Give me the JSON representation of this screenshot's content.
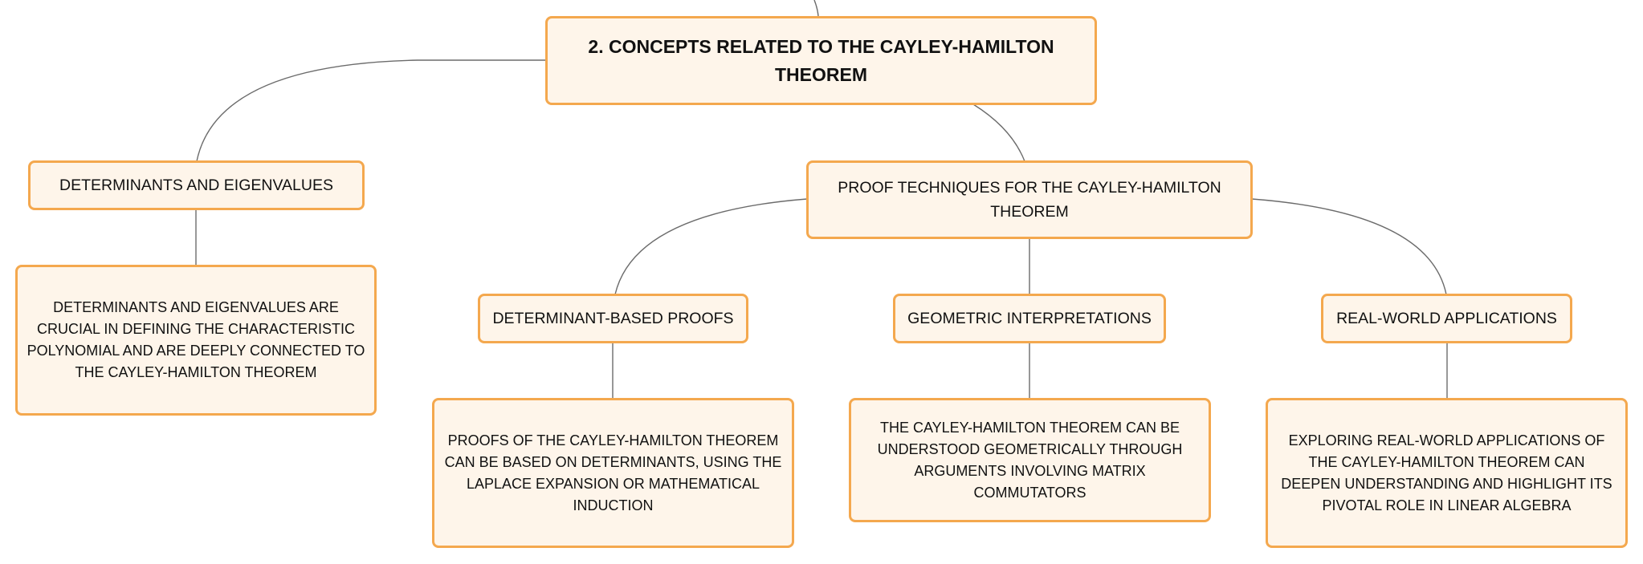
{
  "root": {
    "title": "2. CONCEPTS RELATED TO THE CAYLEY-HAMILTON THEOREM"
  },
  "branches": {
    "determinants": {
      "title": "DETERMINANTS AND EIGENVALUES",
      "description": "DETERMINANTS AND EIGENVALUES ARE CRUCIAL IN DEFINING THE CHARACTERISTIC POLYNOMIAL AND ARE DEEPLY CONNECTED TO THE CAYLEY-HAMILTON THEOREM"
    },
    "proof_techniques": {
      "title": "PROOF TECHNIQUES FOR THE CAYLEY-HAMILTON THEOREM",
      "children": {
        "determinant_based": {
          "title": "DETERMINANT-BASED PROOFS",
          "description": "PROOFS OF THE CAYLEY-HAMILTON THEOREM CAN BE BASED ON DETERMINANTS, USING THE LAPLACE EXPANSION OR MATHEMATICAL INDUCTION"
        },
        "geometric": {
          "title": "GEOMETRIC INTERPRETATIONS",
          "description": "THE CAYLEY-HAMILTON THEOREM CAN BE UNDERSTOOD GEOMETRICALLY THROUGH ARGUMENTS INVOLVING MATRIX COMMUTATORS"
        },
        "real_world": {
          "title": "REAL-WORLD APPLICATIONS",
          "description": "EXPLORING REAL-WORLD APPLICATIONS OF THE CAYLEY-HAMILTON THEOREM CAN DEEPEN UNDERSTANDING AND HIGHLIGHT ITS PIVOTAL ROLE IN LINEAR ALGEBRA"
        }
      }
    }
  },
  "colors": {
    "node_fill": "#fef5ea",
    "node_border": "#f4a84e",
    "connector": "#6b6b6b",
    "text": "#111111"
  }
}
